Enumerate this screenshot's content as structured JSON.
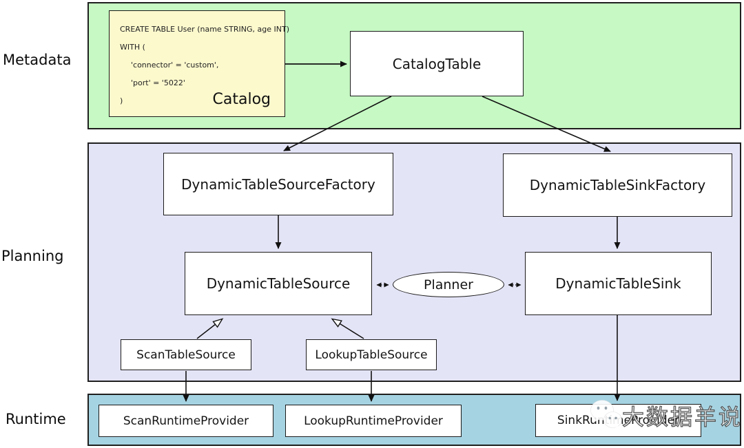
{
  "layers": {
    "metadata": {
      "label": "Metadata"
    },
    "planning": {
      "label": "Planning"
    },
    "runtime": {
      "label": "Runtime"
    }
  },
  "catalog_box": {
    "code_lines": [
      "CREATE TABLE User (name STRING, age INT)",
      "WITH (",
      "'connector' = 'custom',",
      "'port' = '5022'",
      ")"
    ],
    "label": "Catalog"
  },
  "nodes": {
    "catalog_table": "CatalogTable",
    "dynamic_table_source_factory": "DynamicTableSourceFactory",
    "dynamic_table_sink_factory": "DynamicTableSinkFactory",
    "dynamic_table_source": "DynamicTableSource",
    "dynamic_table_sink": "DynamicTableSink",
    "planner": "Planner",
    "scan_table_source": "ScanTableSource",
    "lookup_table_source": "LookupTableSource",
    "scan_runtime_provider": "ScanRuntimeProvider",
    "lookup_runtime_provider": "LookupRuntimeProvider",
    "sink_runtime_provider": "SinkRuntimeProvider"
  },
  "watermark": {
    "text": "大数据羊说",
    "icon": "wechat-icon"
  },
  "colors": {
    "metadata_bg": "#c6f9c3",
    "planning_bg": "#e4e4f7",
    "runtime_bg": "#a6d3e2",
    "catalog_bg": "#fcf9cd",
    "node_bg": "#ffffff",
    "line": "#1a1a1a"
  }
}
